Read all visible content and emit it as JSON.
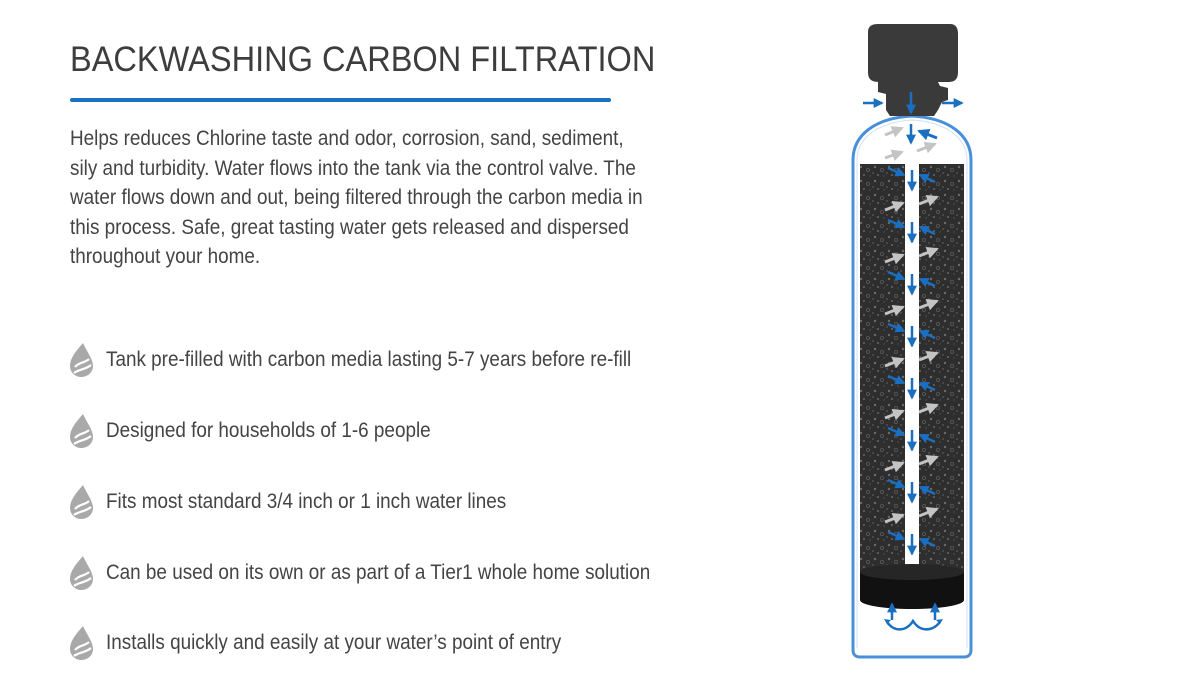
{
  "header": {
    "title": "BACKWASHING CARBON FILTRATION"
  },
  "intro": {
    "text": "Helps reduces Chlorine taste and odor, corrosion, sand, sediment, sily and turbidity. Water flows into the tank via the control valve. The water flows down and out, being filtered through the carbon media in this process. Safe, great tasting water gets released and dispersed throughout your home."
  },
  "features": {
    "icon": "water-drop-icon",
    "items": [
      {
        "label": "Tank pre-filled with carbon media lasting 5-7 years before re-fill"
      },
      {
        "label": "Designed for households of 1-6 people"
      },
      {
        "label": "Fits most standard 3/4 inch or 1 inch water lines"
      },
      {
        "label": "Can be used on its own or as part of a Tier1 whole home solution"
      },
      {
        "label": "Installs quickly and easily at your water’s point of entry"
      }
    ]
  },
  "diagram": {
    "subject": "carbon-filter-tank",
    "colors": {
      "accent_blue": "#1a6fc0",
      "outline_blue": "#4a90d9",
      "valve_gray": "#3a3a3a",
      "media_dark": "#2b2b2b",
      "flow_gray": "#bdbdbd"
    }
  }
}
